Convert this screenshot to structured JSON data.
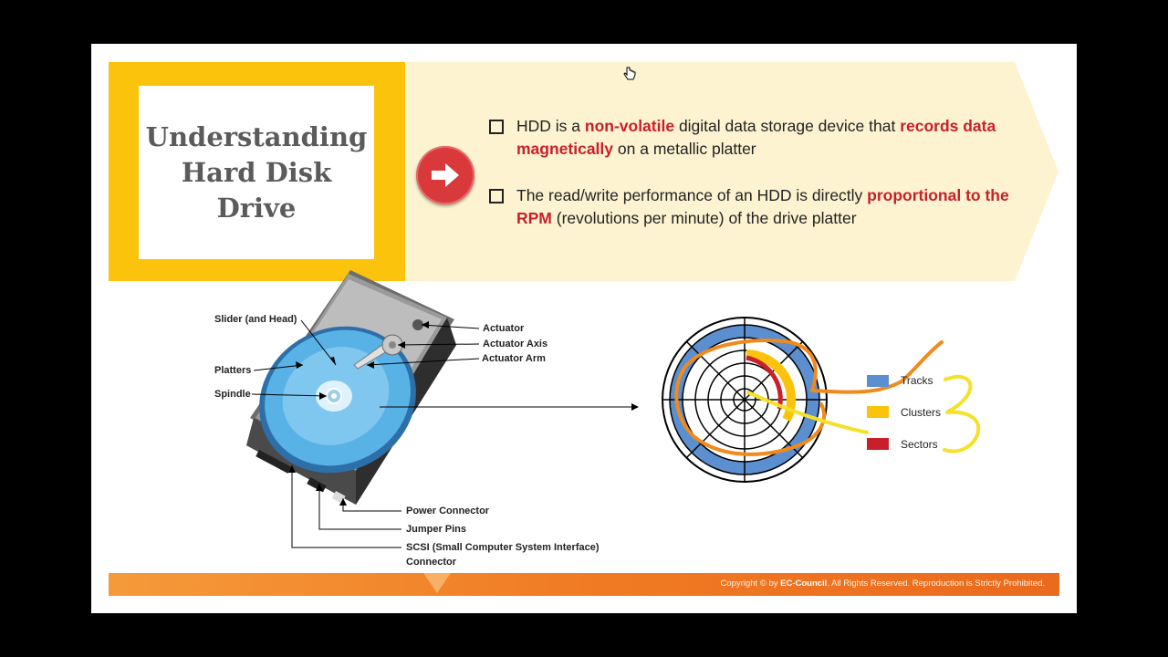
{
  "title": {
    "line1": "Understanding",
    "line2": "Hard Disk",
    "line3": "Drive"
  },
  "bullets": [
    {
      "parts": [
        {
          "text": "HDD is a ",
          "hl": false
        },
        {
          "text": "non-volatile",
          "hl": true
        },
        {
          "text": " digital data storage device that ",
          "hl": false
        },
        {
          "text": "records data magnetically",
          "hl": true
        },
        {
          "text": " on a metallic platter",
          "hl": false
        }
      ]
    },
    {
      "parts": [
        {
          "text": "The read/write performance of an HDD is directly ",
          "hl": false
        },
        {
          "text": "proportional to the RPM",
          "hl": true
        },
        {
          "text": " (revolutions per minute) of the drive platter",
          "hl": false
        }
      ]
    }
  ],
  "hdd_labels": {
    "slider": "Slider (and Head)",
    "platters": "Platters",
    "spindle": "Spindle",
    "actuator": "Actuator",
    "actuator_axis": "Actuator Axis",
    "actuator_arm": "Actuator Arm",
    "power_connector": "Power Connector",
    "jumper_pins": "Jumper Pins",
    "scsi_line1": "SCSI (Small Computer System Interface)",
    "scsi_line2": "Connector"
  },
  "legend": [
    {
      "label": "Tracks",
      "color": "#5b8fd0"
    },
    {
      "label": "Clusters",
      "color": "#fcc30d"
    },
    {
      "label": "Sectors",
      "color": "#c8202a"
    }
  ],
  "footer": {
    "prefix": "Copyright © by ",
    "brand": "EC-Council",
    "suffix": ". All Rights Reserved. Reproduction is Strictly Prohibited."
  },
  "colors": {
    "accent_yellow": "#fcc30d",
    "highlight_red": "#c8202a",
    "footer_orange": "#f07b24",
    "annotation_orange": "#f08a1c",
    "annotation_yellow": "#f5e12a"
  }
}
